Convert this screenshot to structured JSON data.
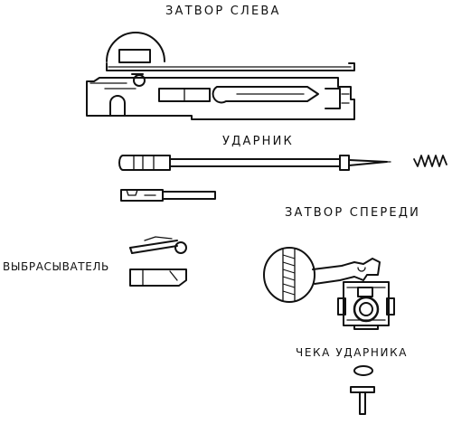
{
  "labels": {
    "bolt_left": "ЗАТВОР СЛЕВА",
    "striker": "УДАРНИК",
    "bolt_front": "ЗАТВОР СПЕРЕДИ",
    "extractor": "ВЫБРАСЫВАТЕЛЬ",
    "striker_pin": "ЧЕКА УДАРНИКА"
  }
}
